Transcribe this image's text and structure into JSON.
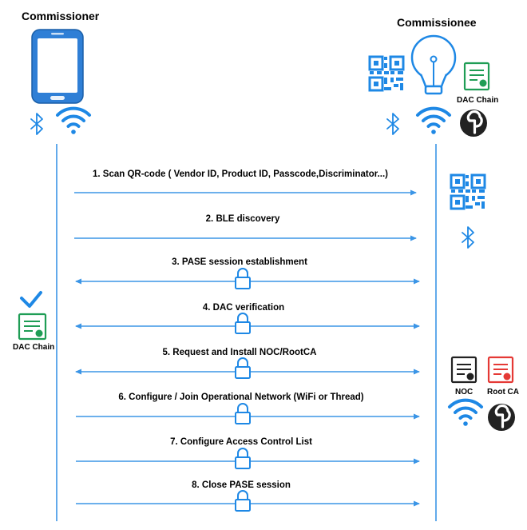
{
  "actors": {
    "commissioner": "Commissioner",
    "commissionee": "Commissionee"
  },
  "certificates": {
    "dac_chain_commissionee": "DAC Chain",
    "dac_chain_commissioner": "DAC Chain",
    "noc": "NOC",
    "root_ca": "Root CA"
  },
  "steps": [
    {
      "label": "1. Scan QR-code ( Vendor ID, Product ID, Passcode,Discriminator...)",
      "direction": "right",
      "secured": false
    },
    {
      "label": "2. BLE discovery",
      "direction": "right",
      "secured": false
    },
    {
      "label": "3. PASE session establishment",
      "direction": "both",
      "secured": true
    },
    {
      "label": "4. DAC verification",
      "direction": "both",
      "secured": true
    },
    {
      "label": "5. Request and Install NOC/RootCA",
      "direction": "both",
      "secured": true
    },
    {
      "label": "6. Configure / Join Operational Network (WiFi or Thread)",
      "direction": "right",
      "secured": true
    },
    {
      "label": "7. Configure Access Control List",
      "direction": "right",
      "secured": true
    },
    {
      "label": "8. Close PASE session",
      "direction": "right",
      "secured": true
    }
  ],
  "colors": {
    "blue": "#1e88e5",
    "line": "#3b95e6",
    "green": "#1f9d55",
    "red": "#e53935",
    "dark": "#222222"
  }
}
